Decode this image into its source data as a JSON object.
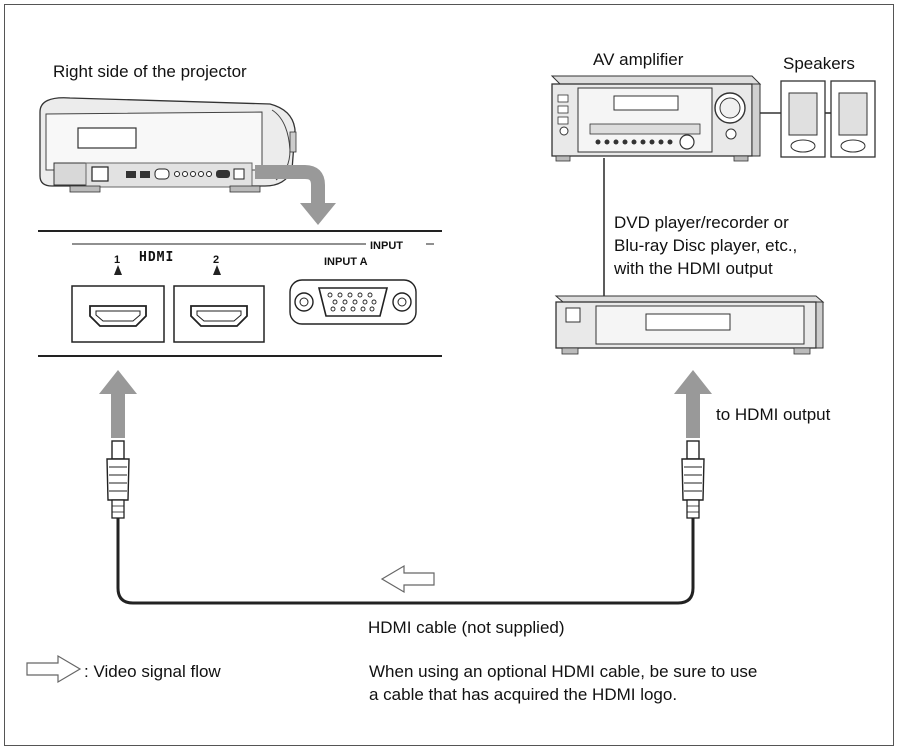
{
  "labels": {
    "projector_side": "Right side of the projector",
    "av_amplifier": "AV amplifier",
    "speakers": "Speakers",
    "dvd_line1": "DVD player/recorder or",
    "dvd_line2": "Blu-ray Disc player, etc.,",
    "dvd_line3": "with the HDMI output",
    "to_hdmi_output": "to HDMI output",
    "hdmi_cable": "HDMI cable (not supplied)",
    "legend": ": Video signal flow",
    "note_line1": "When using an optional HDMI cable, be sure to use",
    "note_line2": "a cable that has acquired the HDMI logo."
  },
  "panel": {
    "input_label": "INPUT",
    "hdmi_logo": "HDMI",
    "port1": "1",
    "port2": "2",
    "input_a": "INPUT A"
  },
  "colors": {
    "arrow": "#999999",
    "line": "#333333",
    "device": "#e9e9e9"
  },
  "icons": {
    "flow_arrow": "outline-arrow-left-icon",
    "hdmi_plug": "hdmi-plug-icon"
  }
}
